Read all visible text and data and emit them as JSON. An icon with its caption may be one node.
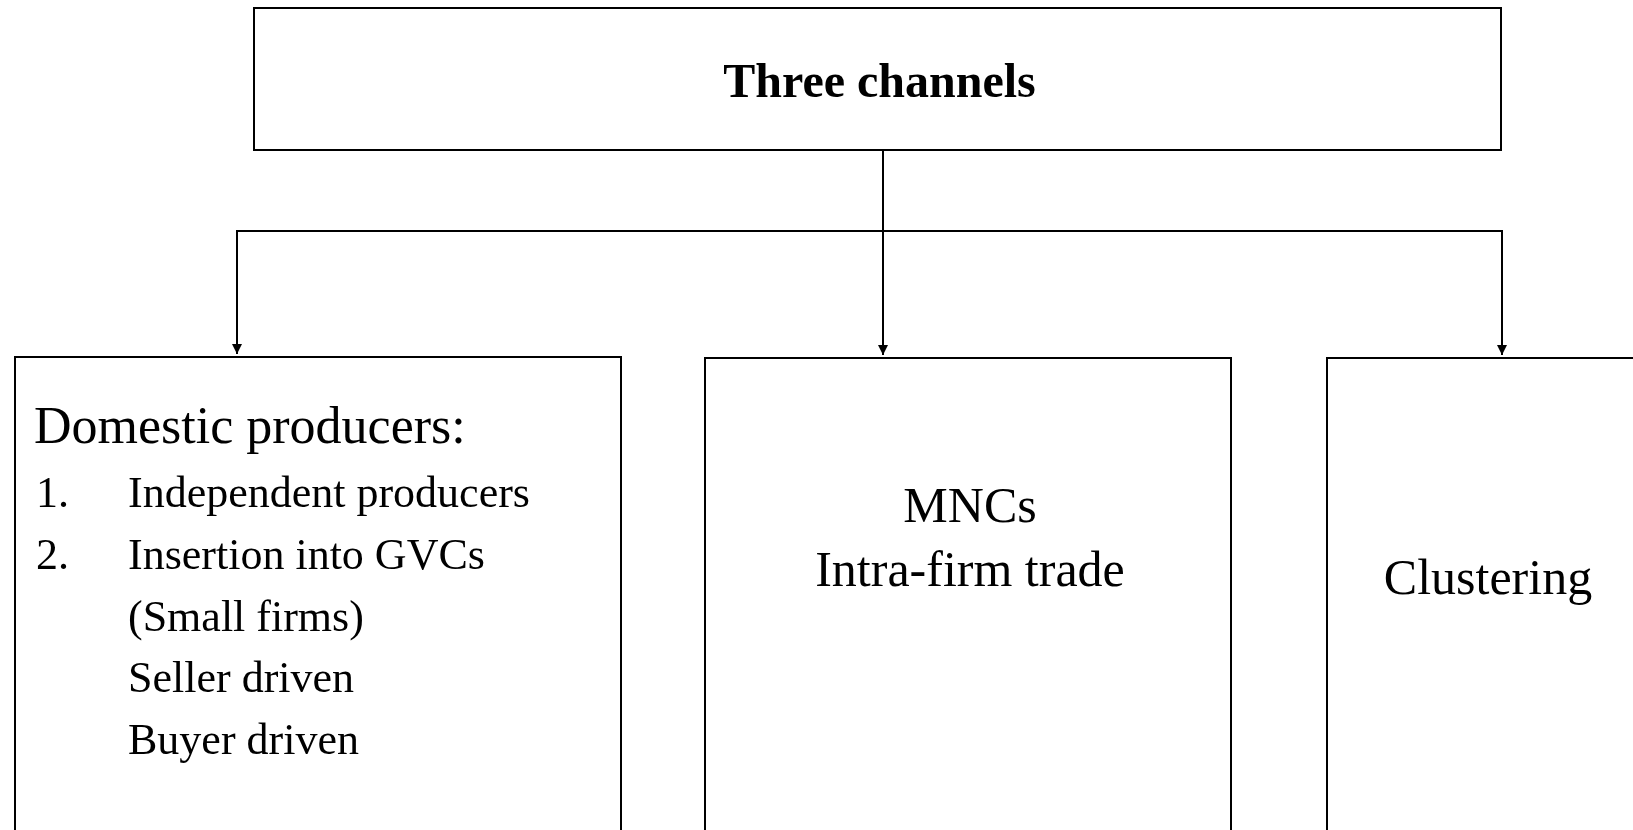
{
  "diagram": {
    "nodes": [
      {
        "text": [
          "Three channels"
        ]
      },
      {
        "text": [
          "Domestic producers:",
          "1.",
          "Independent producers",
          "2.",
          "Insertion into GVCs (Small firms)",
          "Seller driven",
          "Buyer driven"
        ]
      },
      {
        "text": [
          "MNCs",
          "Intra-firm trade"
        ]
      },
      {
        "text": [
          "Clustering"
        ]
      }
    ],
    "edges": [
      {
        "from": 0,
        "to": 1,
        "arrow": "to"
      },
      {
        "from": 0,
        "to": 2,
        "arrow": "to"
      },
      {
        "from": 0,
        "to": 3,
        "arrow": "to"
      }
    ]
  }
}
